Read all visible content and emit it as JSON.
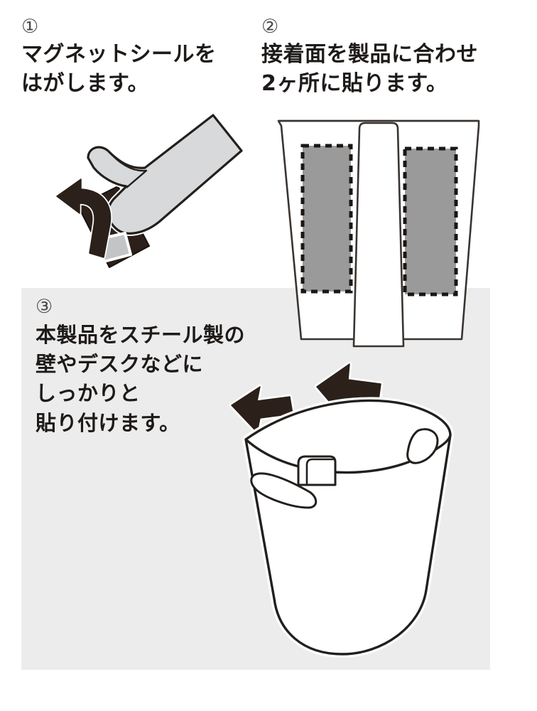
{
  "page": {
    "kind": "instruction-diagram",
    "language": "ja",
    "background_color": "#ffffff",
    "panel_color": "#ececec"
  },
  "steps": [
    {
      "number": "①",
      "number_plain": "1",
      "text": "マグネットシールを\nはがします。",
      "figure": "magnet-sticker-peel"
    },
    {
      "number": "②",
      "number_plain": "2",
      "text": "接着面を製品に合わせ\n2ヶ所に貼ります。",
      "figure": "bin-back-with-two-magnet-zones"
    },
    {
      "number": "③",
      "number_plain": "3",
      "text": "本製品をスチール製の\n壁やデスクなどに\nしっかりと\n貼り付けます。",
      "figure": "bin-mounted-on-wall"
    }
  ],
  "colors": {
    "ink": "#1e1a18",
    "outline": "#231f1c",
    "sticker_face": "#d7d9da",
    "sticker_backing": "#2b201a",
    "magnet_zone_fill": "#9a9a9a",
    "arrow_dark": "#2b201a",
    "arrow_tail_light": "#c2c4c6",
    "panel_gray": "#ececec",
    "step_number_gray": "#4a4a4a"
  },
  "figure_labels": {
    "fig1": "magnet sticker being peeled with curved arrow",
    "fig1_arrow": "curved-peel-arrow",
    "fig1_sticker": "magnet-sticker",
    "fig1_backing": "sticker-backing-strip",
    "fig2": "back of wastebasket showing two dashed magnet placement zones",
    "fig2_zone_left": "magnet-zone-left",
    "fig2_zone_right": "magnet-zone-right",
    "fig2_body": "bin-back-outline",
    "fig2_groove": "bin-center-groove",
    "fig3": "wastebasket attached to steel wall with two arrows",
    "fig3_bin": "wastebasket-body",
    "fig3_handle_left": "handle-cutout-left",
    "fig3_handle_right": "handle-cutout-right",
    "fig3_tab": "inner-hook-tab",
    "fig3_arrow_left": "mount-arrow-left",
    "fig3_arrow_right": "mount-arrow-right"
  }
}
